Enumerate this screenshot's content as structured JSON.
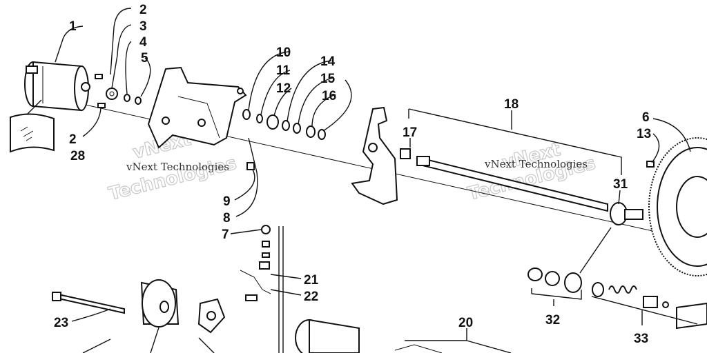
{
  "callouts": {
    "c1": "1",
    "c2a": "2",
    "c3": "3",
    "c4": "4",
    "c5": "5",
    "c2b": "2",
    "c28": "28",
    "c10": "10",
    "c11": "11",
    "c12": "12",
    "c14": "14",
    "c15": "15",
    "c16": "16",
    "c9": "9",
    "c8": "8",
    "c7": "7",
    "c21": "21",
    "c22": "22",
    "c23": "23",
    "c18": "18",
    "c17": "17",
    "c31": "31",
    "c6": "6",
    "c13": "13",
    "c32": "32",
    "c33": "33",
    "c20": "20"
  },
  "watermark": {
    "left_text": "vNext Technologies",
    "left_big_a": "vNext",
    "left_big_b": "Technologies",
    "right_text": "vNext Technologies",
    "right_big_a": "vNext",
    "right_big_b": "Technologies"
  }
}
